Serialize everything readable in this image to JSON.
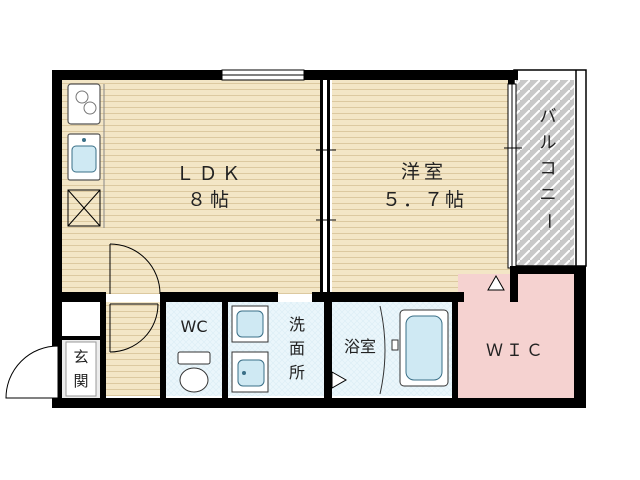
{
  "rooms": {
    "ldk": {
      "name": "ＬＤＫ",
      "size": "８帖"
    },
    "western": {
      "name": "洋室",
      "size": "５．７帖"
    },
    "balcony": {
      "chars": [
        "バ",
        "ル",
        "コ",
        "ニ",
        "ー"
      ]
    },
    "wic": {
      "name": "ＷＩＣ"
    },
    "bath": {
      "name": "浴室"
    },
    "wc": {
      "name": "WC"
    },
    "washroom": {
      "chars": [
        "洗",
        "面",
        "所"
      ]
    },
    "entrance": {
      "chars": [
        "玄",
        "関"
      ]
    }
  },
  "colors": {
    "wood_floor": "#f3e6c6",
    "wood_line": "#d8c59c",
    "wet_floor": "#eaf6fb",
    "wic_floor": "#f5d2d0",
    "balcony": "#c8c8c8",
    "wall": "#000000",
    "fixture_fill": "#cfe9f3",
    "fixture_stroke": "#3a6f87"
  }
}
